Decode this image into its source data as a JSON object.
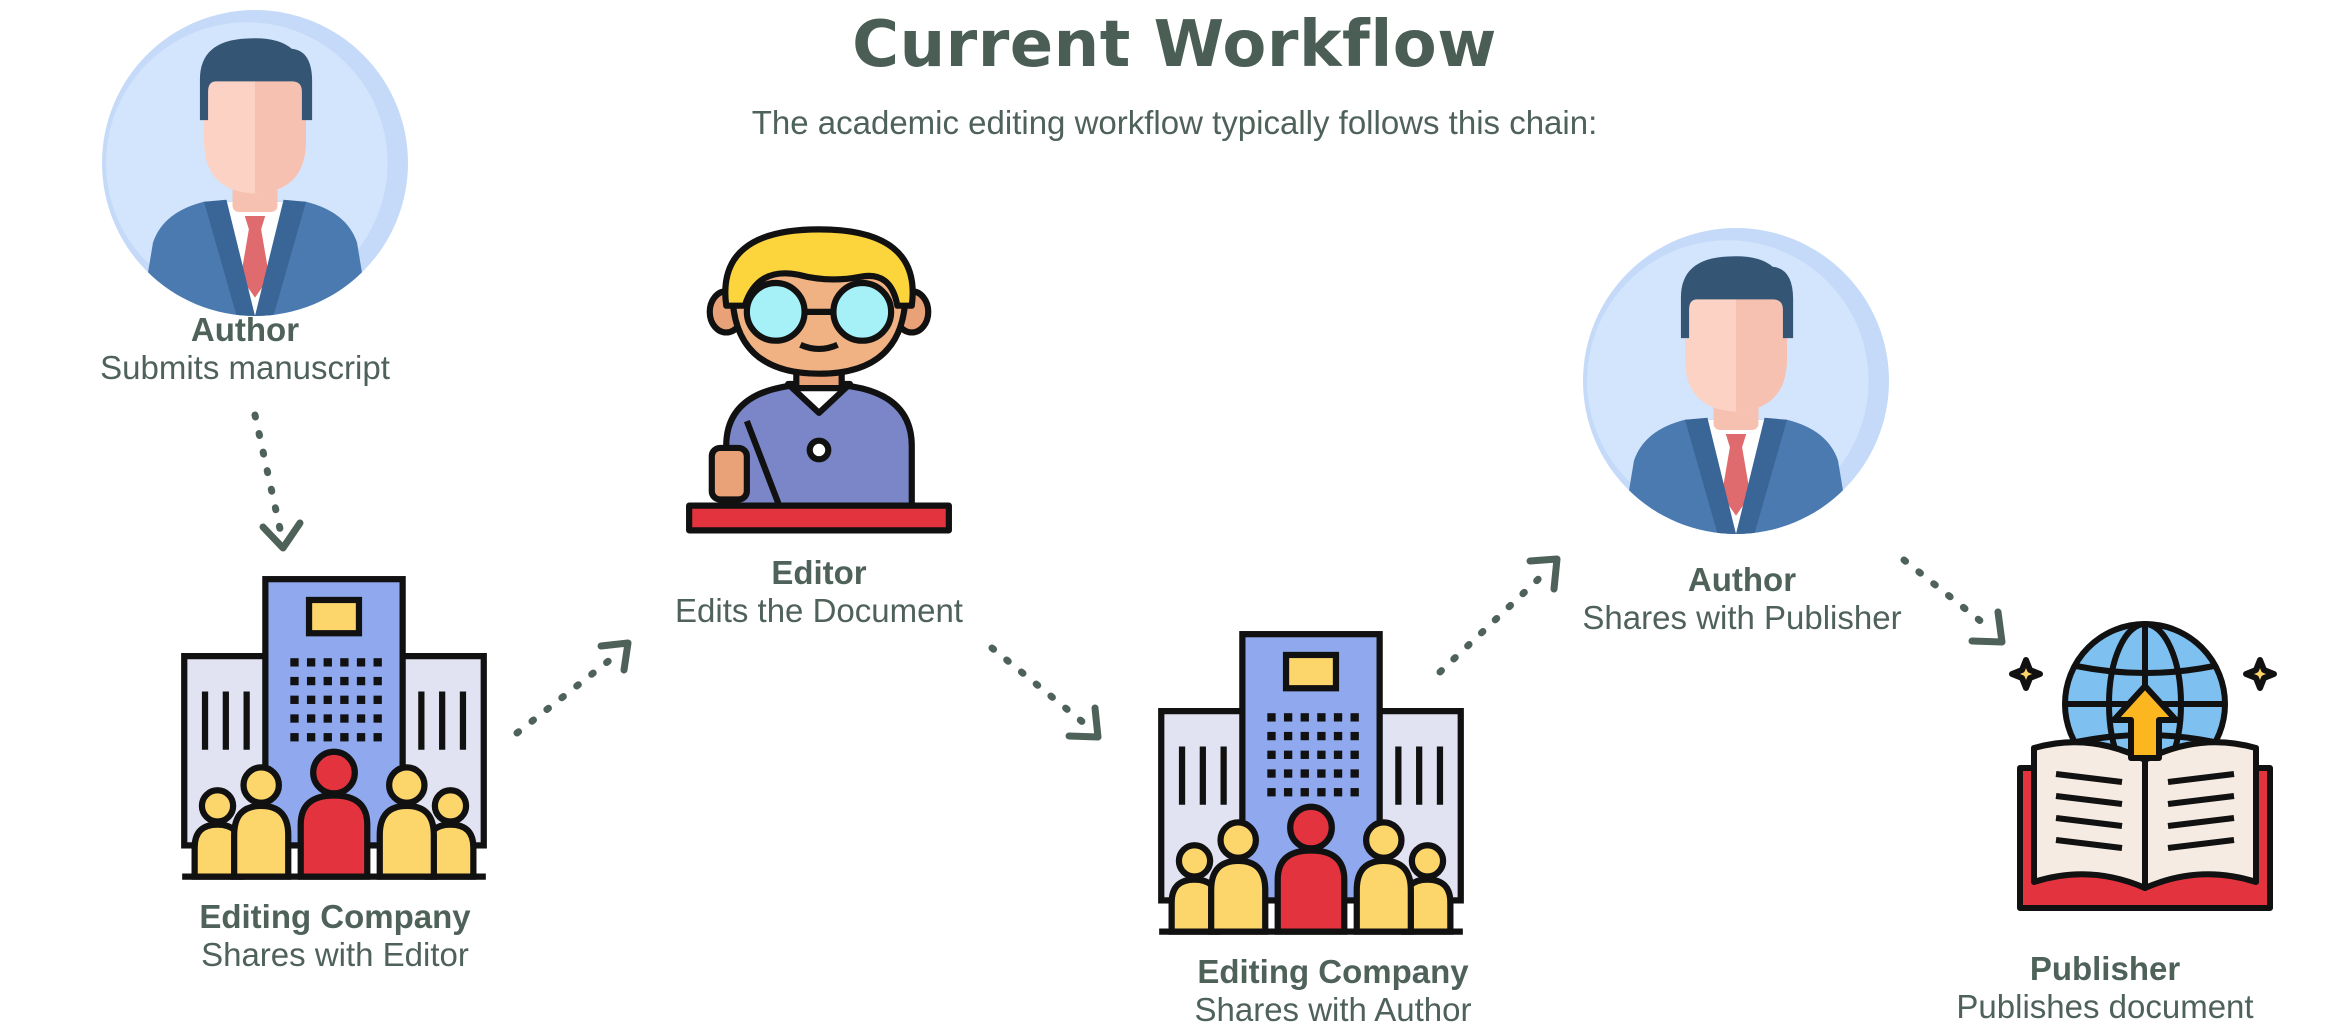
{
  "title": "Current Workflow",
  "subtitle": "The academic editing workflow typically follows this chain:",
  "nodes": [
    {
      "name": "Author",
      "description": "Submits manuscript",
      "icon": "author-avatar-icon"
    },
    {
      "name": "Editing Company",
      "description": "Shares with Editor",
      "icon": "office-building-team-icon"
    },
    {
      "name": "Editor",
      "description": "Edits the Document",
      "icon": "editor-glasses-icon"
    },
    {
      "name": "Editing Company",
      "description": "Shares with Author",
      "icon": "office-building-team-icon"
    },
    {
      "name": "Author",
      "description": "Shares with Publisher",
      "icon": "author-avatar-icon"
    },
    {
      "name": "Publisher",
      "description": "Publishes document",
      "icon": "globe-book-icon"
    }
  ],
  "colors": {
    "text": "#4f625a",
    "arrow": "#4f625a",
    "avatar_bg": "#cfe3fb",
    "suit": "#4a7ab0",
    "tie": "#e06b6e",
    "building": "#8fa8ee",
    "crowd": "#fcd56b",
    "crowd_accent": "#e2333f"
  }
}
